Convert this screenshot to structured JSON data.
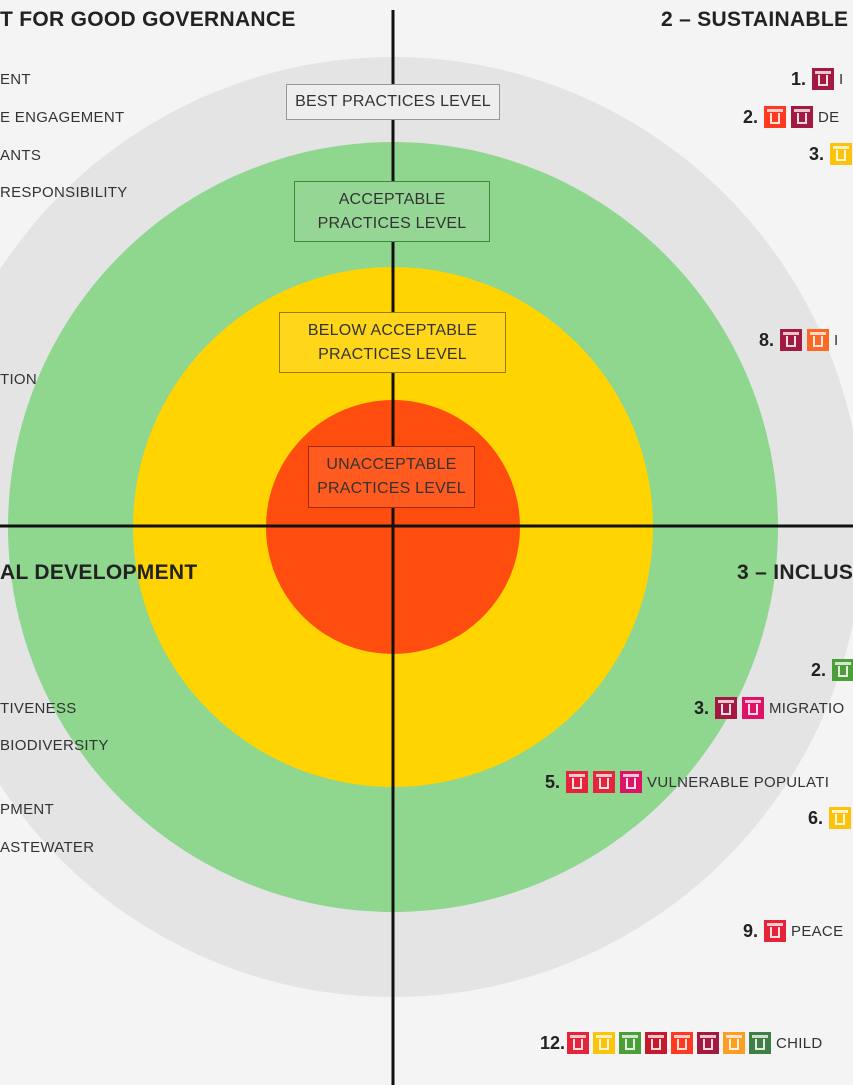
{
  "quadrants": {
    "top_left_title": "T FOR GOOD GOVERNANCE",
    "top_right_title": "2 – SUSTAINABLE",
    "bottom_left_title": "AL DEVELOPMENT",
    "bottom_right_title": "3 – INCLUS"
  },
  "levels": {
    "best": "BEST PRACTICES LEVEL",
    "acceptable": [
      "ACCEPTABLE",
      "PRACTICES LEVEL"
    ],
    "below": [
      "BELOW ACCEPTABLE",
      "PRACTICES LEVEL"
    ],
    "unacceptable": [
      "UNACCEPTABLE",
      "PRACTICES LEVEL"
    ]
  },
  "left_items_top": [
    "ENT",
    "E ENGAGEMENT",
    "ANTS",
    "RESPONSIBILITY",
    "TION"
  ],
  "left_items_bottom": [
    "TIVENESS",
    "BIODIVERSITY",
    "PMENT",
    "ASTEWATER"
  ],
  "right_items": [
    {
      "num": "1.",
      "label": "I",
      "icons": [
        "sdg-icon",
        "#a21942"
      ]
    },
    {
      "num": "2.",
      "label": "DE",
      "icons": [
        "#ff3a21",
        "#a21942"
      ]
    },
    {
      "num": "3.",
      "label": "",
      "icons": [
        "#fcc30b"
      ]
    },
    {
      "num": "8.",
      "label": "I",
      "icons": [
        "#a21942",
        "#fd6925"
      ]
    },
    {
      "num": "2.",
      "label": "",
      "icons": [
        "#4c9f38"
      ]
    },
    {
      "num": "3.",
      "label": "MIGRATIO",
      "icons": [
        "#a21942",
        "#dd1367"
      ]
    },
    {
      "num": "5.",
      "label": "VULNERABLE POPULATI",
      "icons": [
        "#e5243b",
        "#e5243b",
        "#dd1367"
      ]
    },
    {
      "num": "6.",
      "label": "",
      "icons": [
        "#fcc30b"
      ]
    },
    {
      "num": "9.",
      "label": "PEACE",
      "icons": [
        "#e5243b"
      ]
    },
    {
      "num": "12.",
      "label": "CHILD",
      "icons": [
        "#e5243b",
        "#fcc30b",
        "#4c9f38",
        "#c5192d",
        "#ff3a21",
        "#a21942",
        "#fd9d24",
        "#3f7e44"
      ]
    }
  ],
  "colors": {
    "outer_ring": "#e4e4e4",
    "acceptable": "#8fd68e",
    "below": "#ffd400",
    "unacceptable": "#ff4d0f"
  }
}
